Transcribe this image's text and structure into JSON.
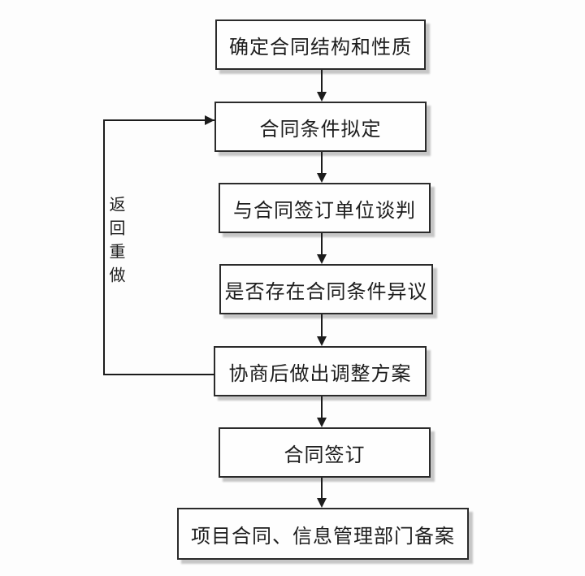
{
  "colors": {
    "bg": "#fdfdfd",
    "line": "#1c1c1c",
    "box-border": "#2b2b2b",
    "box-fill": "#fefefe",
    "shadow": "#c6c6c6",
    "text": "#1d1d1d"
  },
  "nodes": [
    {
      "label": "确定合同结构和性质"
    },
    {
      "label": "合同条件拟定"
    },
    {
      "label": "与合同签订单位谈判"
    },
    {
      "label": "是否存在合同条件异议"
    },
    {
      "label": "协商后做出调整方案"
    },
    {
      "label": "合同签订"
    },
    {
      "label": "项目合同、信息管理部门备案"
    }
  ],
  "loop": {
    "label": "返回重做"
  }
}
